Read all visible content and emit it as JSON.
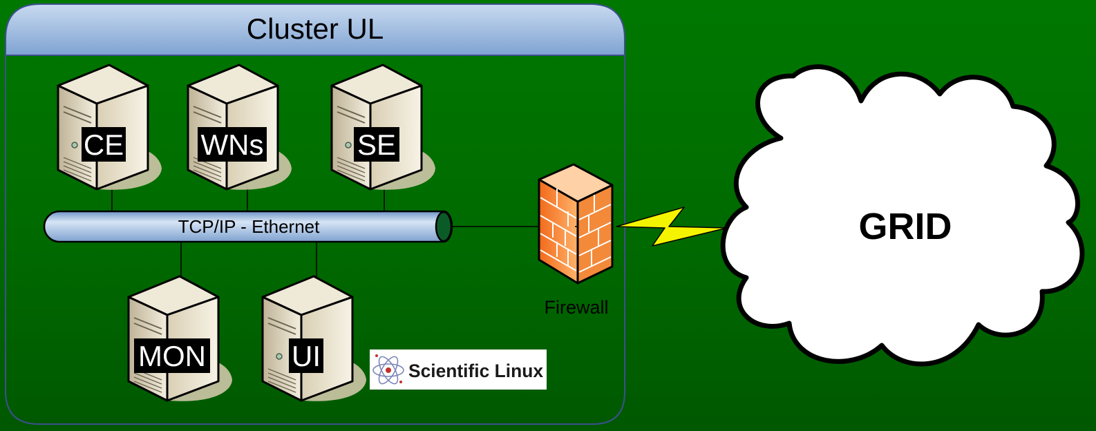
{
  "cluster": {
    "title": "Cluster UL"
  },
  "servers": [
    {
      "id": "ce",
      "label": "CE"
    },
    {
      "id": "wns",
      "label": "WNs"
    },
    {
      "id": "se",
      "label": "SE"
    },
    {
      "id": "mon",
      "label": "MON"
    },
    {
      "id": "ui",
      "label": "UI"
    }
  ],
  "network": {
    "label": "TCP/IP - Ethernet"
  },
  "firewall": {
    "label": "Firewall"
  },
  "grid": {
    "label": "GRID"
  },
  "logo": {
    "text": "Scientific Linux"
  },
  "colors": {
    "background": "#007800",
    "cluster_header": "#8fb0d8",
    "server_body": "#e0d7bf",
    "firewall": "#f07a2a",
    "lightning": "#f4f400",
    "cloud": "#ffffff"
  }
}
